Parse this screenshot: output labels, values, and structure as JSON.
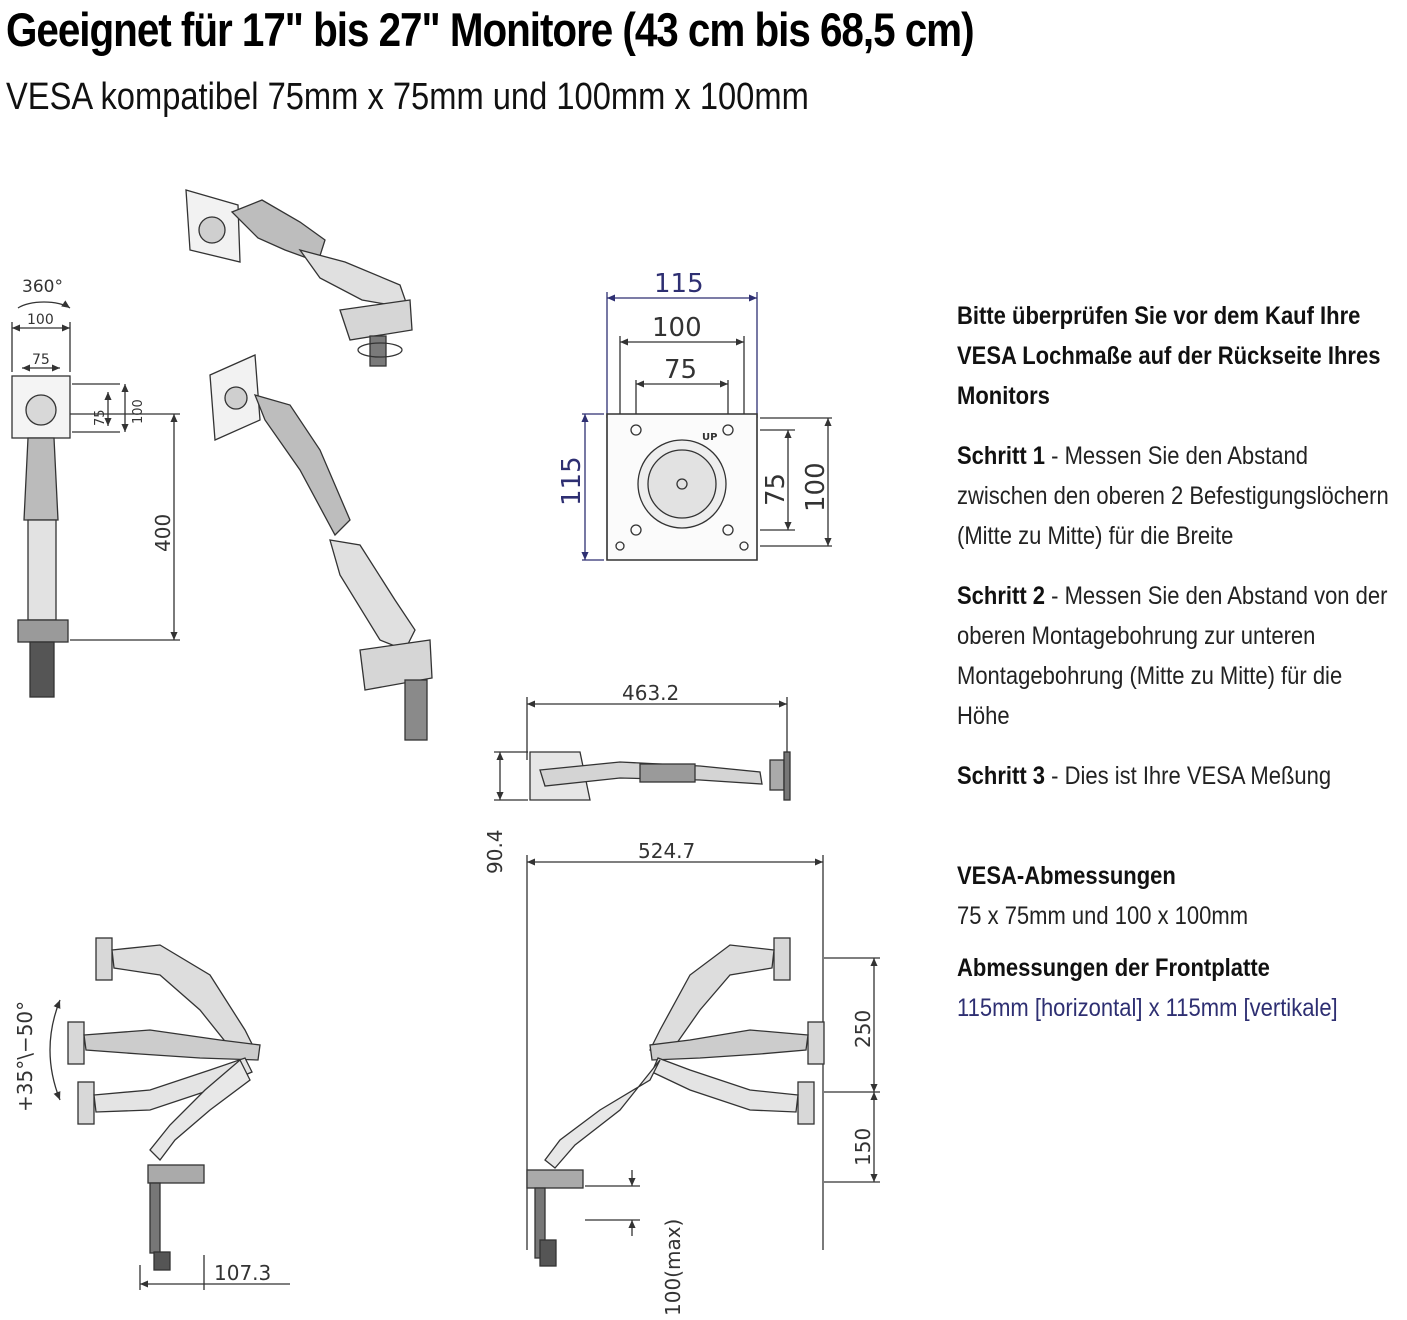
{
  "header": {
    "title": "Geeignet für 17\" bis 27\" Monitore (43 cm bis 68,5 cm)",
    "subtitle": "VESA kompatibel 75mm x 75mm und 100mm x 100mm"
  },
  "info_panel": {
    "intro": "Bitte überprüfen Sie vor dem Kauf Ihre\nVESA Lochmaße auf der Rückseite Ihres\nMonitors",
    "step1_label": "Schritt 1",
    "step1_text": " - Messen Sie den Abstand\nzwischen den oberen 2 Befestigungslöchern\n(Mitte zu Mitte) für die Breite",
    "step2_label": "Schritt 2",
    "step2_text": " - Messen Sie den Abstand von der\noberen Montagebohrung zur unteren\nMontagebohrung (Mitte zu Mitte) für die\nHöhe",
    "step3_label": "Schritt 3",
    "step3_text": " - Dies ist Ihre VESA Meßung",
    "vesa_heading": "VESA-Abmessungen",
    "vesa_value": "75 x 75mm und 100 x 100mm",
    "plate_heading": "Abmessungen der Frontplatte",
    "plate_value": "115mm [horizontal] x 115mm [vertikale]"
  },
  "diagram_labels": {
    "rotation": "360°",
    "front_width_100": "100",
    "front_width_75": "75",
    "front_height_75": "75",
    "front_height_100": "100",
    "pole_height": "400",
    "plate_width_115": "115",
    "plate_width_100": "100",
    "plate_width_75": "75",
    "plate_height_115": "115",
    "plate_height_75": "75",
    "plate_height_100": "100",
    "plate_up_mark": "UP",
    "arm_length": "463.2",
    "arm_depth": "90.4",
    "reach": "524.7",
    "tilt": "+35°\\−50°",
    "upper_range": "250",
    "lower_range": "150",
    "clamp_depth": "107.3",
    "desk_thickness": "100(max)"
  },
  "colors": {
    "text": "#111111",
    "line": "#333333",
    "accent": "#2e2f72",
    "metal_fill": "#e6e6e6"
  }
}
